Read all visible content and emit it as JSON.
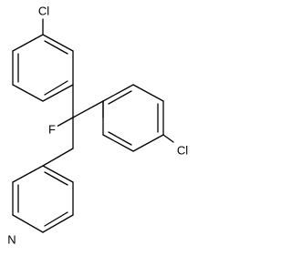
{
  "molecule": {
    "atom_labels": {
      "cl_top": "Cl",
      "cl_right": "Cl",
      "fluorine": "F",
      "nitrogen": "N"
    },
    "colors": {
      "bond": "#000000",
      "label": "#000000",
      "background": "#ffffff"
    }
  }
}
